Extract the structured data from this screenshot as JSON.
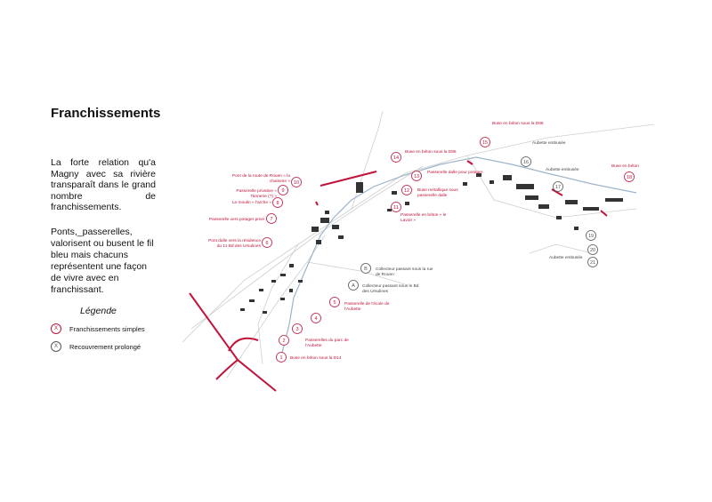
{
  "title": "Franchissements",
  "intro": "La forte relation qu'a Magny avec sa rivière transparaît dans le grand nombre de franchissements.",
  "body": "Ponts,_passerelles, valorisent ou busent le fil bleu mais chacuns représentent une façon de vivre avec en franchissant.",
  "legend": {
    "title": "Légende",
    "items": [
      {
        "symbol": "X",
        "label": "Franchissements simples",
        "color": "#c0143c"
      },
      {
        "symbol": "X",
        "label": "Recouvrement prolongé",
        "color": "#555555"
      }
    ]
  },
  "colors": {
    "accent": "#c0143c",
    "river": "#9fb4c8",
    "building": "#333333",
    "road": "#cccccc"
  },
  "crossings": [
    {
      "id": "1",
      "label": "Buse en béton sous la D14",
      "type": "simple"
    },
    {
      "id": "2",
      "label": "",
      "type": "simple"
    },
    {
      "id": "3",
      "label": "Passerelles du parc de l'Aubette",
      "type": "simple"
    },
    {
      "id": "4",
      "label": "",
      "type": "simple"
    },
    {
      "id": "5",
      "label": "Passerelle de l'école de l'Aubette",
      "type": "simple"
    },
    {
      "id": "6",
      "label": "Pont dalle vers la résidence du 11 Bd des Ursulines",
      "type": "simple"
    },
    {
      "id": "7",
      "label": "Passerelle vers potager privé",
      "type": "simple"
    },
    {
      "id": "8",
      "label": "Le moulin « l'arche »",
      "type": "simple"
    },
    {
      "id": "9",
      "label": "Passerelle privative « Tannerie (?) »",
      "type": "simple"
    },
    {
      "id": "10",
      "label": "Pont de la route de Rouen « la chaiserie »",
      "type": "simple"
    },
    {
      "id": "11",
      "label": "Passerelle en béton « le Lavoir »",
      "type": "simple"
    },
    {
      "id": "12",
      "label": "Buse métallique sous passerelle dalle",
      "type": "simple"
    },
    {
      "id": "13",
      "label": "Passerelle dalle pour potager",
      "type": "simple"
    },
    {
      "id": "14",
      "label": "Buse en béton sous la D86",
      "type": "simple"
    },
    {
      "id": "15",
      "label": "Buse en béton sous la D86",
      "type": "simple"
    },
    {
      "id": "16",
      "label": "Aubette embusée",
      "type": "prolonged"
    },
    {
      "id": "17",
      "label": "Aubette embusée",
      "type": "prolonged"
    },
    {
      "id": "18",
      "label": "Buse en béton",
      "type": "simple"
    },
    {
      "id": "19",
      "label": "",
      "type": "prolonged"
    },
    {
      "id": "20",
      "label": "",
      "type": "prolonged"
    },
    {
      "id": "21",
      "label": "Aubette embusée",
      "type": "prolonged"
    },
    {
      "id": "A",
      "label": "Collecteur passant sous le Bd des Ursulines",
      "type": "prolonged"
    },
    {
      "id": "B",
      "label": "Collecteur passant sous la rue de Rouen",
      "type": "prolonged"
    }
  ]
}
